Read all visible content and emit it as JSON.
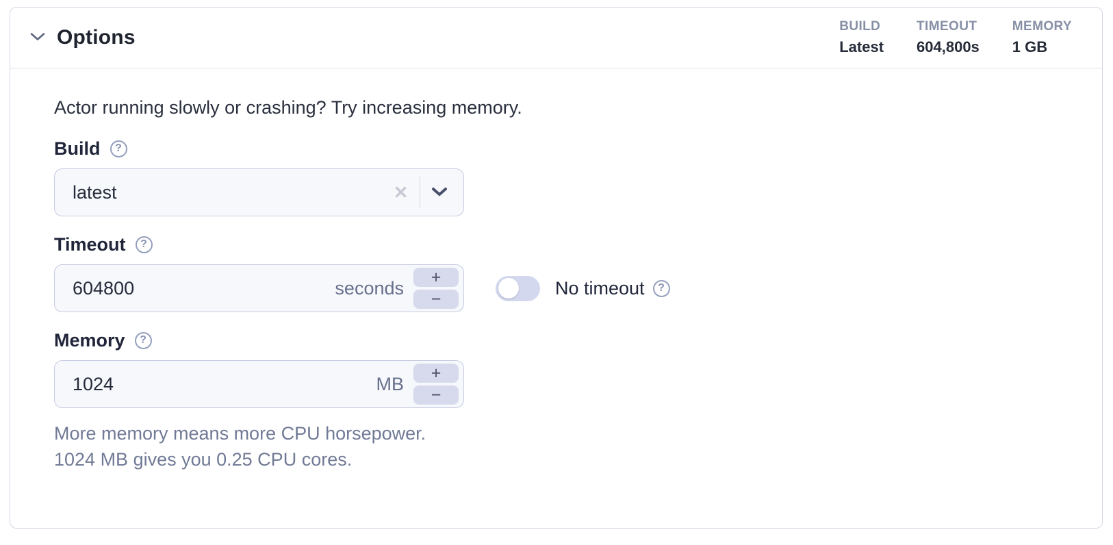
{
  "card": {
    "header": {
      "title": "Options",
      "stats": [
        {
          "label": "BUILD",
          "value": "Latest"
        },
        {
          "label": "TIMEOUT",
          "value": "604,800s"
        },
        {
          "label": "MEMORY",
          "value": "1 GB"
        }
      ]
    },
    "intro": "Actor running slowly or crashing? Try increasing memory.",
    "build": {
      "label": "Build",
      "value": "latest"
    },
    "timeout": {
      "label": "Timeout",
      "value": "604800",
      "unit": "seconds",
      "toggle": {
        "label": "No timeout",
        "state": "off"
      }
    },
    "memory": {
      "label": "Memory",
      "value": "1024",
      "unit": "MB",
      "help": [
        "More memory means more CPU horsepower.",
        "1024 MB gives you 0.25 CPU cores."
      ]
    },
    "stepper": {
      "increment": "+",
      "decrement": "−"
    },
    "icons": {
      "help": "?",
      "clear": "✕"
    }
  },
  "colors": {
    "card_border": "#d3d7e4",
    "input_bg": "#f7f8fc",
    "input_border": "#c7cce0",
    "stepper_bg": "#d6daec",
    "toggle_track": "#d3d8ee",
    "text_dark": "#20253a",
    "text_muted": "#717a96",
    "stat_label": "#868fa5"
  }
}
